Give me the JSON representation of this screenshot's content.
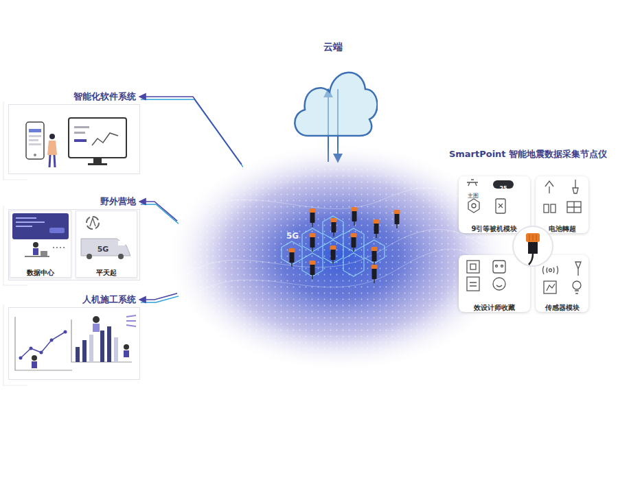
{
  "diagram": {
    "nodes": [
      {
        "text": [
          "智能化软件系统"
        ]
      },
      {
        "text": [
          "野外营地"
        ]
      },
      {
        "text": [
          "数据中心"
        ],
        "in": 1
      },
      {
        "text": [
          "平天起"
        ],
        "in": 1
      },
      {
        "text": [
          "人机施工系统"
        ]
      },
      {
        "text": [
          "云端"
        ]
      },
      {
        "text": [
          "5G"
        ]
      },
      {
        "text": [
          "SmartPoint 智能地震数据采集节点仪"
        ]
      },
      {
        "text": [
          "9引等被机模块"
        ],
        "in": 7
      },
      {
        "text": [
          "电池轉超"
        ],
        "in": 7
      },
      {
        "text": [
          "效设计师收藏"
        ],
        "in": 7
      },
      {
        "text": [
          "传感器模块"
        ],
        "in": 7
      }
    ],
    "edges": [
      {
        "from": 6,
        "to": 0,
        "arrow": "to"
      },
      {
        "from": 6,
        "to": 1,
        "arrow": "to"
      },
      {
        "from": 6,
        "to": 4,
        "arrow": "to"
      },
      {
        "from": 5,
        "to": 6,
        "arrow": "both"
      }
    ],
    "labels": [
      "主图",
      "25",
      "5G"
    ]
  }
}
